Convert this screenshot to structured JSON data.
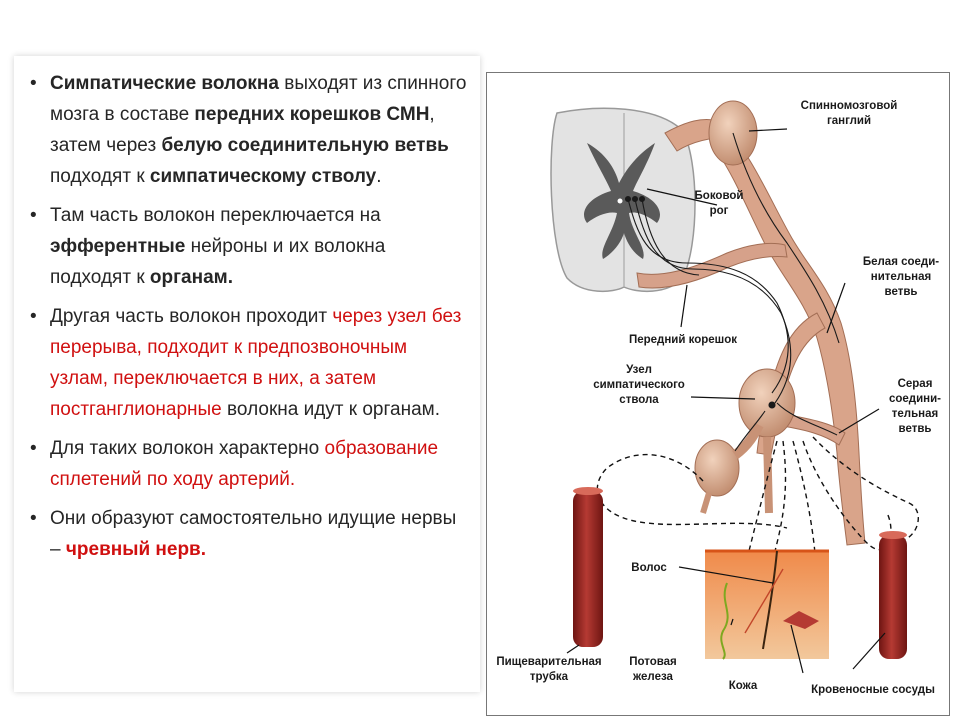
{
  "bullets": [
    {
      "parts": [
        {
          "t": "Симпатические волокна",
          "s": "b"
        },
        {
          "t": " выходят из спинного мозга в составе ",
          "s": ""
        },
        {
          "t": "передних корешков СМН",
          "s": "b"
        },
        {
          "t": ", затем через ",
          "s": ""
        },
        {
          "t": "белую соединительную ветвь",
          "s": "b"
        },
        {
          "t": " подходят к ",
          "s": ""
        },
        {
          "t": "симпатическому стволу",
          "s": "b"
        },
        {
          "t": ".",
          "s": ""
        }
      ]
    },
    {
      "parts": [
        {
          "t": " Там часть волокон переключается на ",
          "s": ""
        },
        {
          "t": "эфферентные",
          "s": "b"
        },
        {
          "t": " нейроны и их волокна подходят к ",
          "s": ""
        },
        {
          "t": "органам.",
          "s": "b"
        }
      ]
    },
    {
      "parts": [
        {
          "t": "Другая часть волокон проходит ",
          "s": ""
        },
        {
          "t": "через узел без перерыва, подходит к предпозвоночным узлам, переключается в них, а затем постганглионарные",
          "s": "red"
        },
        {
          "t": " волокна идут к органам.",
          "s": ""
        }
      ]
    },
    {
      "parts": [
        {
          "t": "Для таких волокон характерно ",
          "s": ""
        },
        {
          "t": "образование сплетений по ходу артерий.",
          "s": "red"
        }
      ]
    },
    {
      "parts": [
        {
          "t": "Они образуют самостоятельно идущие нервы – ",
          "s": ""
        },
        {
          "t": "чревный нерв.",
          "s": "b red"
        }
      ]
    }
  ],
  "bullet_char": "•",
  "labels": {
    "spinal_ganglion": [
      "Спинномозговой",
      "ганглий"
    ],
    "lateral_horn": [
      "Боковой",
      "рог"
    ],
    "white_ramus": [
      "Белая соеди-",
      "нительная",
      "ветвь"
    ],
    "anterior_root": [
      "Передний корешок"
    ],
    "sympathetic_node": [
      "Узел",
      "симпатического",
      "ствола"
    ],
    "gray_ramus": [
      "Серая",
      "соедини-",
      "тельная",
      "ветвь"
    ],
    "hair": [
      "Волос"
    ],
    "digestive_tube": [
      "Пищеварительная",
      "трубка"
    ],
    "sweat_gland": [
      "Потовая",
      "железа"
    ],
    "skin": [
      "Кожа"
    ],
    "blood_vessels": [
      "Кровеносные сосуды"
    ]
  }
}
